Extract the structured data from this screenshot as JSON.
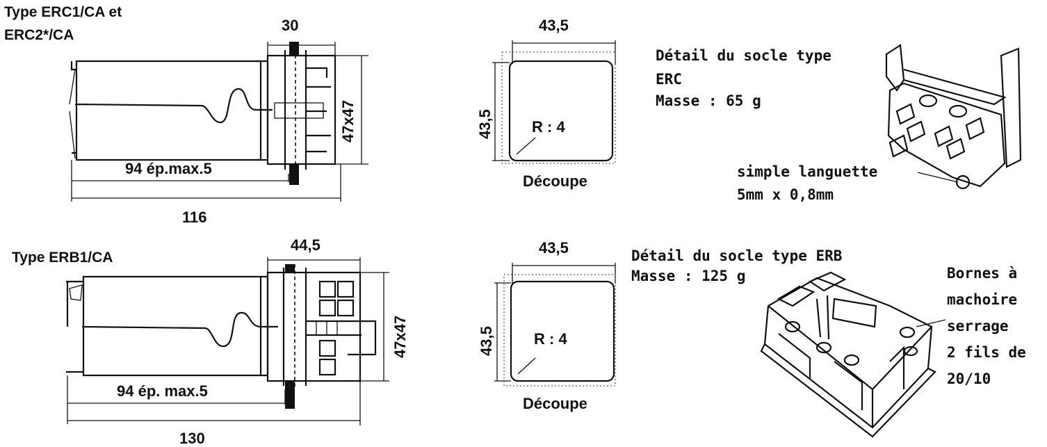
{
  "top": {
    "title_line1": "Type ERC1/CA et",
    "title_line2": "ERC2*/CA",
    "dim_width_head": "30",
    "dim_section": "47x47",
    "dim_body": "94 ép.max.5",
    "dim_total": "116",
    "cutout": {
      "dim_w": "43,5",
      "dim_h": "43,5",
      "radius": "R : 4",
      "label": "Découpe"
    },
    "socket_detail": {
      "line1": "Détail du socle type",
      "line2": "ERC",
      "mass": "Masse : 65 g"
    },
    "tab_note": {
      "line1": "simple languette",
      "line2": "5mm x 0,8mm"
    }
  },
  "bottom": {
    "title": "Type ERB1/CA",
    "dim_width_head": "44,5",
    "dim_section": "47x47",
    "dim_body": "94 ép. max.5",
    "dim_total": "130",
    "cutout": {
      "dim_w": "43,5",
      "dim_h": "43,5",
      "radius": "R : 4",
      "label": "Découpe"
    },
    "socket_detail": {
      "line1": "Détail du socle type ERB",
      "mass": "Masse : 125 g"
    },
    "terminal_note": {
      "line1": "Bornes à",
      "line2": "machoire",
      "line3": "serrage",
      "line4": "2 fils de",
      "line5": "20/10"
    }
  }
}
